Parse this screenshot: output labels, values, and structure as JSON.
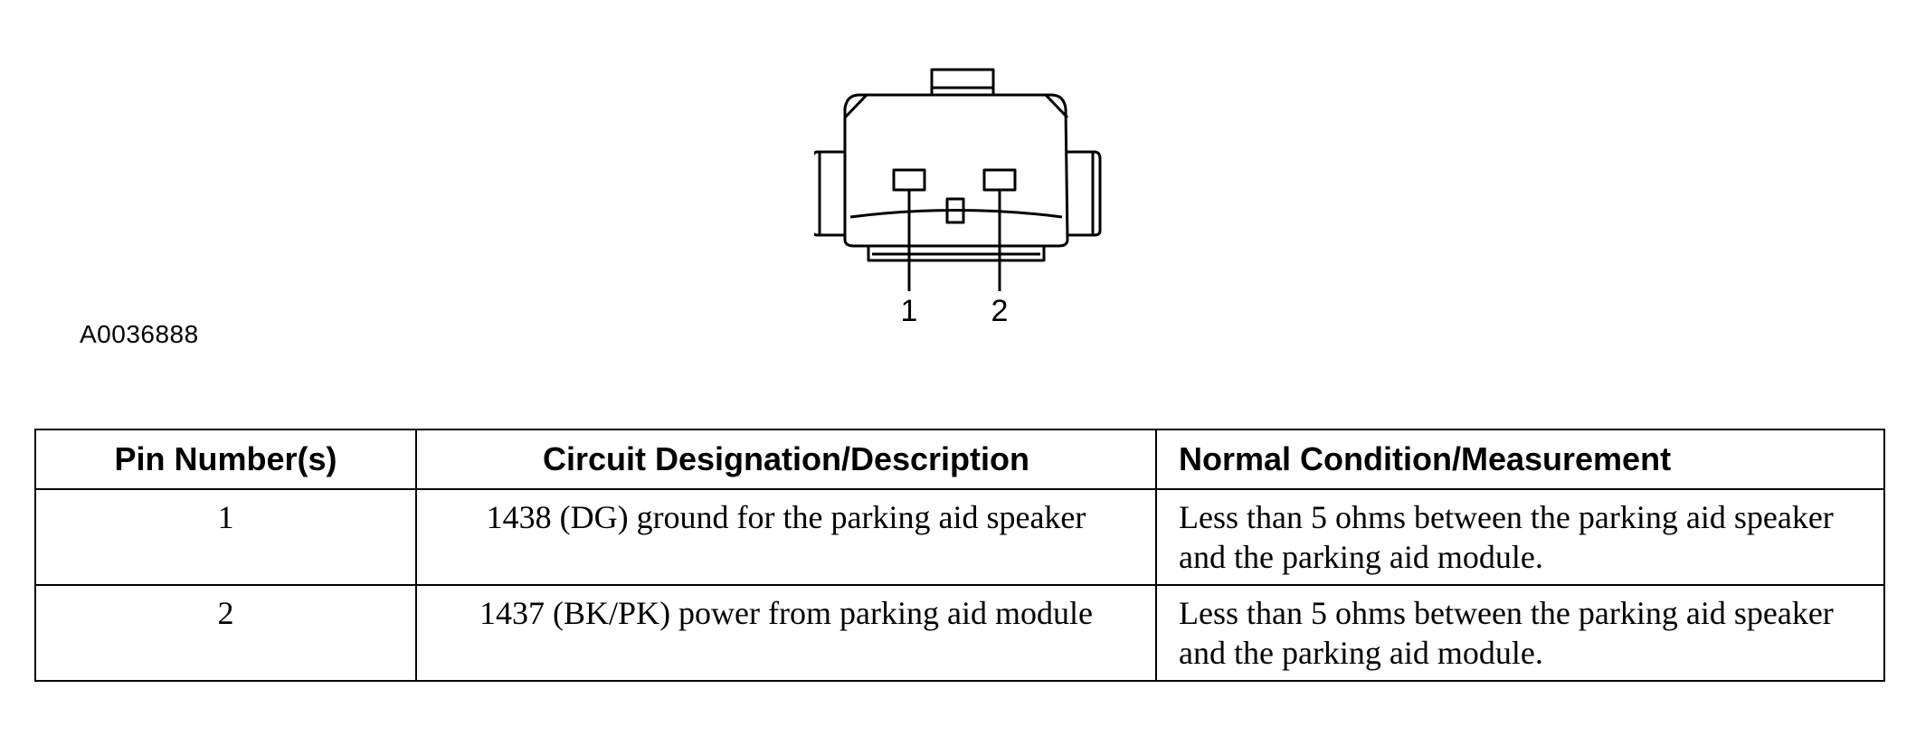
{
  "diagram": {
    "pin_labels": [
      "1",
      "2"
    ],
    "figure_id": "A0036888"
  },
  "table": {
    "headers": {
      "pin": "Pin Number(s)",
      "description": "Circuit Designation/Description",
      "condition": "Normal Condition/Measurement"
    },
    "rows": [
      {
        "pin": "1",
        "description": "1438 (DG) ground for the parking aid speaker",
        "condition": "Less than 5 ohms between the parking aid speaker and the parking aid module."
      },
      {
        "pin": "2",
        "description": "1437 (BK/PK) power from parking aid module",
        "condition": "Less than 5 ohms between the parking aid speaker and the parking aid module."
      }
    ]
  }
}
